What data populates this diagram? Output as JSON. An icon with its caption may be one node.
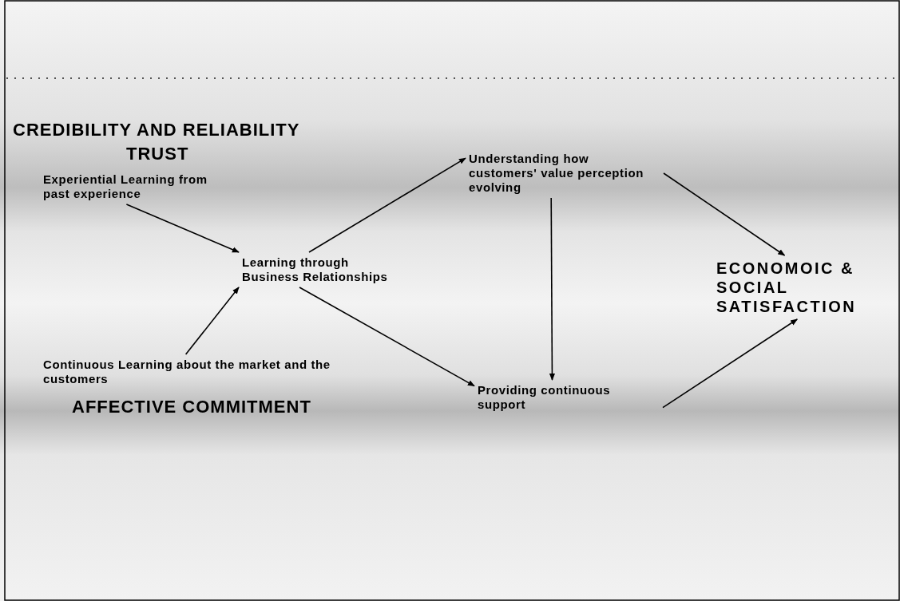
{
  "diagram": {
    "nodes": [
      {
        "text": [
          "Experiential Learning from past experience"
        ]
      },
      {
        "text": [
          "Understanding how customers' value perception evolving"
        ]
      },
      {
        "text": [
          "Learning through Business Relationships"
        ]
      },
      {
        "text": [
          "ECONOMOIC & SOCIAL SATISFACTION"
        ]
      },
      {
        "text": [
          "Continuous Learning about the market and the customers"
        ]
      },
      {
        "text": [
          "Providing continuous support"
        ]
      }
    ],
    "edges": [
      {
        "from": 0,
        "to": 2,
        "arrow": "to"
      },
      {
        "from": 2,
        "to": 1,
        "arrow": "to"
      },
      {
        "from": 4,
        "to": 2,
        "arrow": "to"
      },
      {
        "from": 2,
        "to": 5,
        "arrow": "to"
      },
      {
        "from": 1,
        "to": 5,
        "arrow": "to"
      },
      {
        "from": 1,
        "to": 3,
        "arrow": "to"
      },
      {
        "from": 5,
        "to": 3,
        "arrow": "to"
      }
    ],
    "labels": [
      "CREDIBILITY AND RELIABILITY",
      "TRUST",
      "AFFECTIVE COMMITMENT"
    ]
  }
}
